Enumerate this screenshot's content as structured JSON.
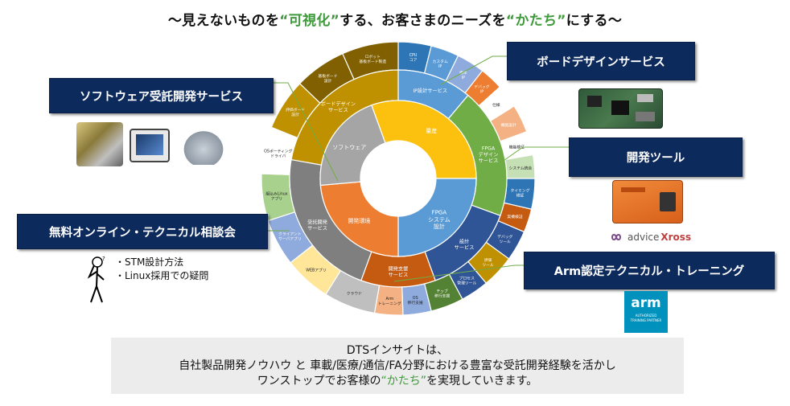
{
  "headline": {
    "pre": "〜見えないものを",
    "q1": "“可視化”",
    "mid": "する、お客さまのニーズを",
    "q2": "“かたち”",
    "post": "にする〜"
  },
  "boxes": {
    "software": "ソフトウェア受託開発サービス",
    "board": "ボードデザインサービス",
    "tools": "開発ツール",
    "consult": "無料オンライン・テクニカル相談会",
    "arm": "Arm認定テクニカル・トレーニング"
  },
  "consult_items": [
    "・STM設計方法",
    "・Linux採用での疑問"
  ],
  "logos": {
    "advice": "advice",
    "xross": "Xross",
    "arm": "arm",
    "arm_sub": "AUTHORIZED TRAINING PARTNER"
  },
  "bottom": {
    "line1": "DTSインサイトは、",
    "line2": "自社製品開発ノウハウ と 車載/医療/通信/FA分野における豊富な受託開発経験を活かし",
    "line3_pre": "ワンストップでお客様の",
    "line3_em": "“かたち”",
    "line3_post": "を実現していきます。"
  },
  "wheel": {
    "inner": [
      {
        "label": "量産",
        "color": "#fcc10e"
      },
      {
        "label": "FPGA システム 設計",
        "color": "#5b9bd5"
      },
      {
        "label": "開発環境",
        "color": "#ed7d31"
      },
      {
        "label": "ソフトウェア",
        "color": "#a5a5a5"
      }
    ],
    "middle": [
      {
        "label": "IP設計サービス",
        "color": "#5b9bd5"
      },
      {
        "label": "FPGA デザイン サービス",
        "color": "#70ad47"
      },
      {
        "label": "設計 サービス",
        "color": "#2f5597"
      },
      {
        "label": "開発支援 サービス",
        "color": "#c55a11"
      },
      {
        "label": "受託開発 サービス",
        "color": "#7f7f7f"
      },
      {
        "label": "ボードデザイン サービス",
        "color": "#bf9000"
      }
    ],
    "outer": [
      {
        "label": "CPU コア",
        "color": "#2e75b6"
      },
      {
        "label": "カスタム IP",
        "color": "#5b9bd5"
      },
      {
        "label": "標準 IP",
        "color": "#8faadc"
      },
      {
        "label": "デバッグ IP",
        "color": "#ed7d31"
      },
      {
        "label": "仕様",
        "color": "#ffffff",
        "dark": true
      },
      {
        "label": "機能設計",
        "color": "#f4b183"
      },
      {
        "label": "機能検証",
        "color": "#ffffff",
        "dark": true
      },
      {
        "label": "システム統合",
        "color": "#c5e0b4",
        "dark": true
      },
      {
        "label": "タイミング 検証",
        "color": "#2e75b6"
      },
      {
        "label": "実機検証",
        "color": "#c55a11"
      },
      {
        "label": "デバッグ ツール",
        "color": "#2f5597"
      },
      {
        "label": "評価 ツール",
        "color": "#bf9000"
      },
      {
        "label": "プロセス 管理ツール",
        "color": "#2f5597"
      },
      {
        "label": "チップ 移行支援",
        "color": "#548235"
      },
      {
        "label": "OS 移行支援",
        "color": "#8faadc",
        "dark": true
      },
      {
        "label": "Arm トレーニング",
        "color": "#f4b183",
        "dark": true
      },
      {
        "label": "クラウド",
        "color": "#bfbfbf",
        "dark": true
      },
      {
        "label": "WEBアプリ",
        "color": "#ffe699",
        "dark": true
      },
      {
        "label": "クライアント サーバアプリ",
        "color": "#8faadc"
      },
      {
        "label": "組込みLinux アプリ",
        "color": "#a9d18e",
        "dark": true
      },
      {
        "label": "OSポーティング ドライバ",
        "color": "#ffffff",
        "dark": true
      },
      {
        "label": "評価ボード 設計",
        "color": "#bf9000"
      },
      {
        "label": "基板ボード 設計",
        "color": "#806000"
      },
      {
        "label": "ロボット 基板ボード製造",
        "color": "#806000"
      }
    ]
  }
}
